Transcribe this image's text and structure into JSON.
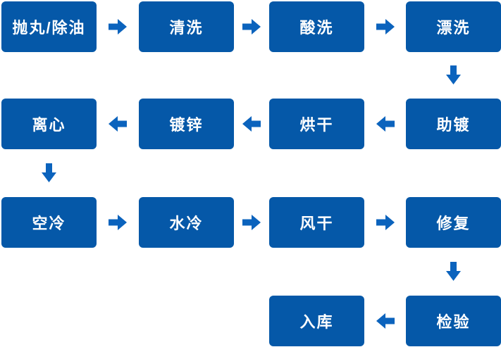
{
  "flow": {
    "nodes": [
      {
        "label": "抛丸/除油"
      },
      {
        "label": "清洗"
      },
      {
        "label": "酸洗"
      },
      {
        "label": "漂洗"
      },
      {
        "label": "助镀"
      },
      {
        "label": "烘干"
      },
      {
        "label": "镀锌"
      },
      {
        "label": "离心"
      },
      {
        "label": "空冷"
      },
      {
        "label": "水冷"
      },
      {
        "label": "风干"
      },
      {
        "label": "修复"
      },
      {
        "label": "检验"
      },
      {
        "label": "入库"
      }
    ],
    "edges": [
      {
        "from": 0,
        "to": 1
      },
      {
        "from": 1,
        "to": 2
      },
      {
        "from": 2,
        "to": 3
      },
      {
        "from": 3,
        "to": 4
      },
      {
        "from": 4,
        "to": 5
      },
      {
        "from": 5,
        "to": 6
      },
      {
        "from": 6,
        "to": 7
      },
      {
        "from": 7,
        "to": 8
      },
      {
        "from": 8,
        "to": 9
      },
      {
        "from": 9,
        "to": 10
      },
      {
        "from": 10,
        "to": 11
      },
      {
        "from": 11,
        "to": 12
      },
      {
        "from": 12,
        "to": 13
      }
    ],
    "colors": {
      "box_fill": "#0558a8",
      "arrow_fill": "#0b63bd",
      "text": "#ffffff",
      "background": "#ffffff"
    }
  }
}
